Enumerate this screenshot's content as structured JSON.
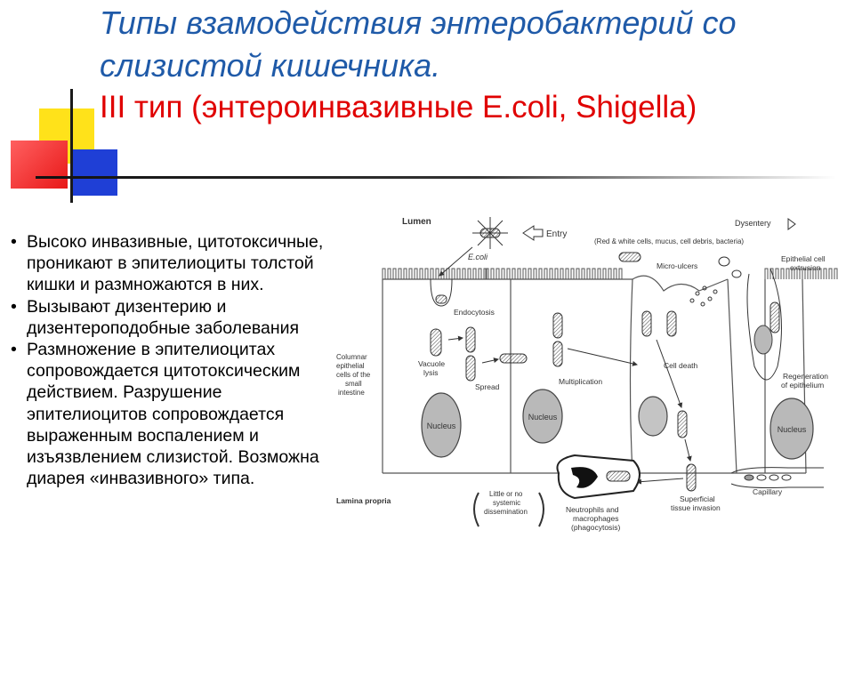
{
  "title": {
    "line1": "Типы взамодействия энтеробактерий со",
    "line2": "слизистой кишечника.",
    "line3": "III тип (энтероинвазивные E.coli, Shigella)"
  },
  "bullets": [
    "Высоко инвазивные, цитотоксичные, проникают в эпителиоциты толстой кишки и размножаются в них.",
    "Вызывают дизентерию и дизентероподобные заболевания",
    "Размножение в эпителиоцитах сопровождается цитотоксическим действием. Разрушение эпителиоцитов сопровождается выраженным воспалением и изъязвлением слизистой. Возможна диарея «инвазивного» типа."
  ],
  "diagram": {
    "lumen": "Lumen",
    "ecoli": "E.coli",
    "entry": "Entry",
    "dysentery": "Dysentery",
    "dysentery_note": "(Red & white cells, mucus, cell debris, bacteria)",
    "micro_ulcers": "Micro-ulcers",
    "epithelial_extrusion_1": "Epithelial cell",
    "epithelial_extrusion_2": "extrusion",
    "endocytosis": "Endocytosis",
    "columnar_1": "Columnar",
    "columnar_2": "epithelial",
    "columnar_3": "cells of the",
    "columnar_4": "small",
    "columnar_5": "intestine",
    "vacuole_1": "Vacuole",
    "vacuole_2": "lysis",
    "spread": "Spread",
    "multiplication": "Multiplication",
    "cell_death": "Cell death",
    "regeneration_1": "Regeneration",
    "regeneration_2": "of epithelium",
    "nucleus": "Nucleus",
    "lamina_propria": "Lamina propria",
    "little_1": "Little or no",
    "little_2": "systemic",
    "little_3": "dissemination",
    "neutrophils_1": "Neutrophils and",
    "neutrophils_2": "macrophages",
    "neutrophils_3": "(phagocytosis)",
    "superficial_1": "Superficial",
    "superficial_2": "tissue invasion",
    "capillary": "Capillary"
  }
}
